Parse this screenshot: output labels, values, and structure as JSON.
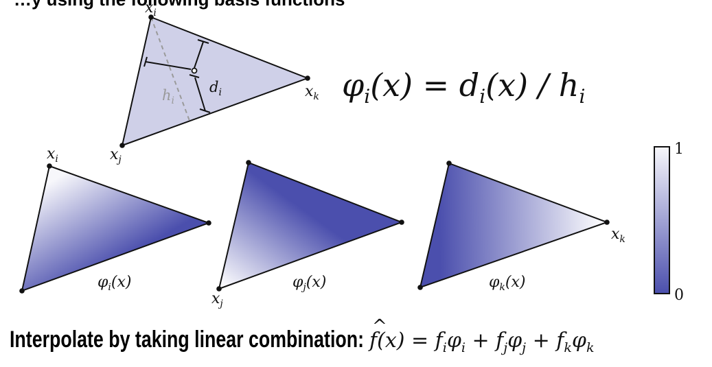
{
  "top_heading_fragment": "…y using the following basis functions",
  "colors": {
    "triangle_fill": "#cfd0e8",
    "edge": "#111111",
    "dashed": "#9a9a9a",
    "grad_low": "#4b4fad",
    "grad_high": "#f7f7fb"
  },
  "icons": {
    "vertex": "filled-dot",
    "measure": "dimension-bar"
  },
  "top_diagram": {
    "vertex_labels": {
      "xi": "x",
      "xi_sub": "i",
      "xj": "x",
      "xj_sub": "j",
      "xk": "x",
      "xk_sub": "k"
    },
    "height_label": "h",
    "height_sub": "i",
    "distance_label": "d",
    "distance_sub": "i"
  },
  "formula": {
    "phi": "φ",
    "phi_sub": "i",
    "middle": "(x) = d",
    "d_sub": "i",
    "tail": "(x) / h",
    "h_sub": "i"
  },
  "basis_triangles": [
    {
      "name": "φ",
      "sub": "i",
      "arg": "(x)",
      "vertex_label": "x",
      "vertex_sub": "i"
    },
    {
      "name": "φ",
      "sub": "j",
      "arg": "(x)",
      "vertex_label": "x",
      "vertex_sub": "j"
    },
    {
      "name": "φ",
      "sub": "k",
      "arg": "(x)",
      "vertex_label": "x",
      "vertex_sub": "k"
    }
  ],
  "colorbar": {
    "max_label": "1",
    "min_label": "0",
    "min": 0,
    "max": 1
  },
  "bottom": {
    "heading": "Interpolate by taking linear combination:",
    "f": "f",
    "hat": "^",
    "arg": "(x) = f",
    "t1_sub": "i",
    "t1_phi": "φ",
    "t1_phi_sub": "i",
    "plus": "+ f",
    "t2_sub": "j",
    "t2_phi": "φ",
    "t2_phi_sub": "j",
    "plus2": "+ f",
    "t3_sub": "k",
    "t3_phi": "φ",
    "t3_phi_sub": "k"
  }
}
